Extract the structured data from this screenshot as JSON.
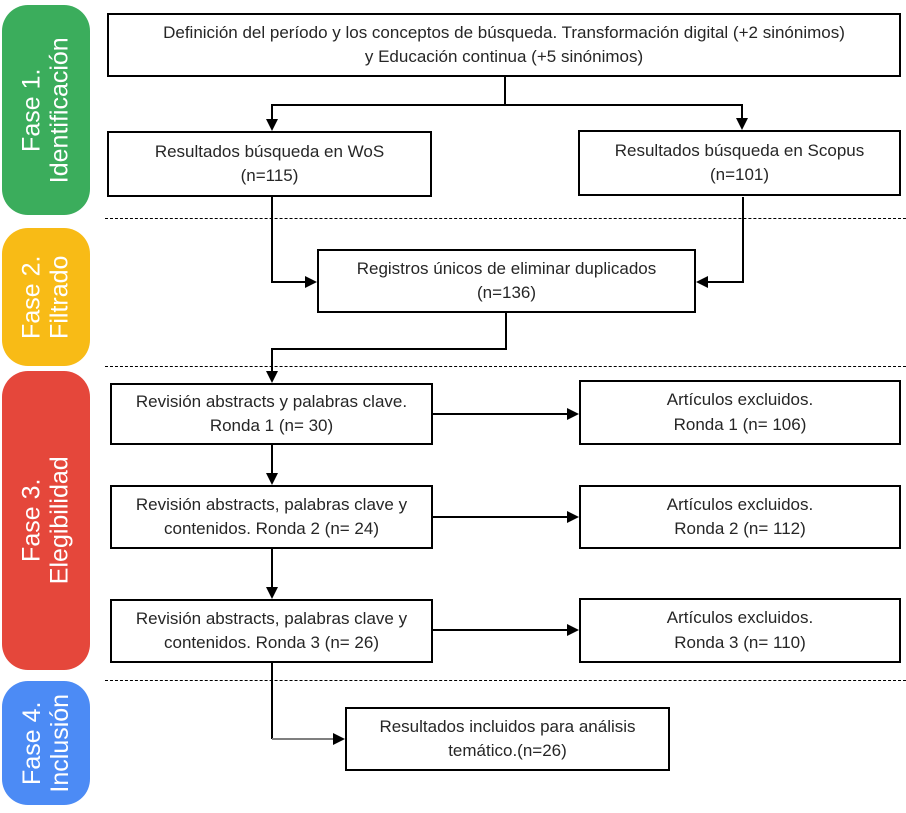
{
  "diagram": {
    "title": "PRISMA-style systematic review flow diagram",
    "phases": [
      {
        "line1": "Fase 1.",
        "line2": "Identificación",
        "color": "#3BAD5C"
      },
      {
        "line1": "Fase 2.",
        "line2": "Filtrado",
        "color": "#F8BB16"
      },
      {
        "line1": "Fase 3.",
        "line2": "Elegibilidad",
        "color": "#E5473B"
      },
      {
        "line1": "Fase 4.",
        "line2": "Inclusión",
        "color": "#4C8BF5"
      }
    ],
    "boxes": {
      "definition": {
        "line1": "Definición del período y los conceptos de búsqueda. Transformación digital (+2 sinónimos)",
        "line2": "y Educación continua (+5 sinónimos)"
      },
      "wos": {
        "line1": "Resultados búsqueda en WoS",
        "line2": "(n=115)"
      },
      "scopus": {
        "line1": "Resultados búsqueda en Scopus",
        "line2": "(n=101)"
      },
      "unique": {
        "line1": "Registros únicos de eliminar duplicados",
        "line2": "(n=136)"
      },
      "ronda1": {
        "line1": "Revisión abstracts y palabras clave.",
        "line2": "Ronda 1 (n= 30)"
      },
      "excl1": {
        "line1": "Artículos excluidos.",
        "line2": "Ronda 1 (n= 106)"
      },
      "ronda2": {
        "line1": "Revisión abstracts, palabras clave y",
        "line2": "contenidos. Ronda 2 (n= 24)"
      },
      "excl2": {
        "line1": "Artículos excluidos.",
        "line2": "Ronda 2 (n= 112)"
      },
      "ronda3": {
        "line1": "Revisión abstracts, palabras clave y",
        "line2": "contenidos. Ronda 3 (n= 26)"
      },
      "excl3": {
        "line1": "Artículos excluidos.",
        "line2": "Ronda 3 (n= 110)"
      },
      "included": {
        "line1": "Resultados incluidos para análisis",
        "line2": "temático.(n=26)"
      }
    },
    "colors": {
      "box_border": "#000000",
      "connector": "#000000",
      "connector_gray": "#7F7F7F",
      "text": "#262626"
    }
  }
}
